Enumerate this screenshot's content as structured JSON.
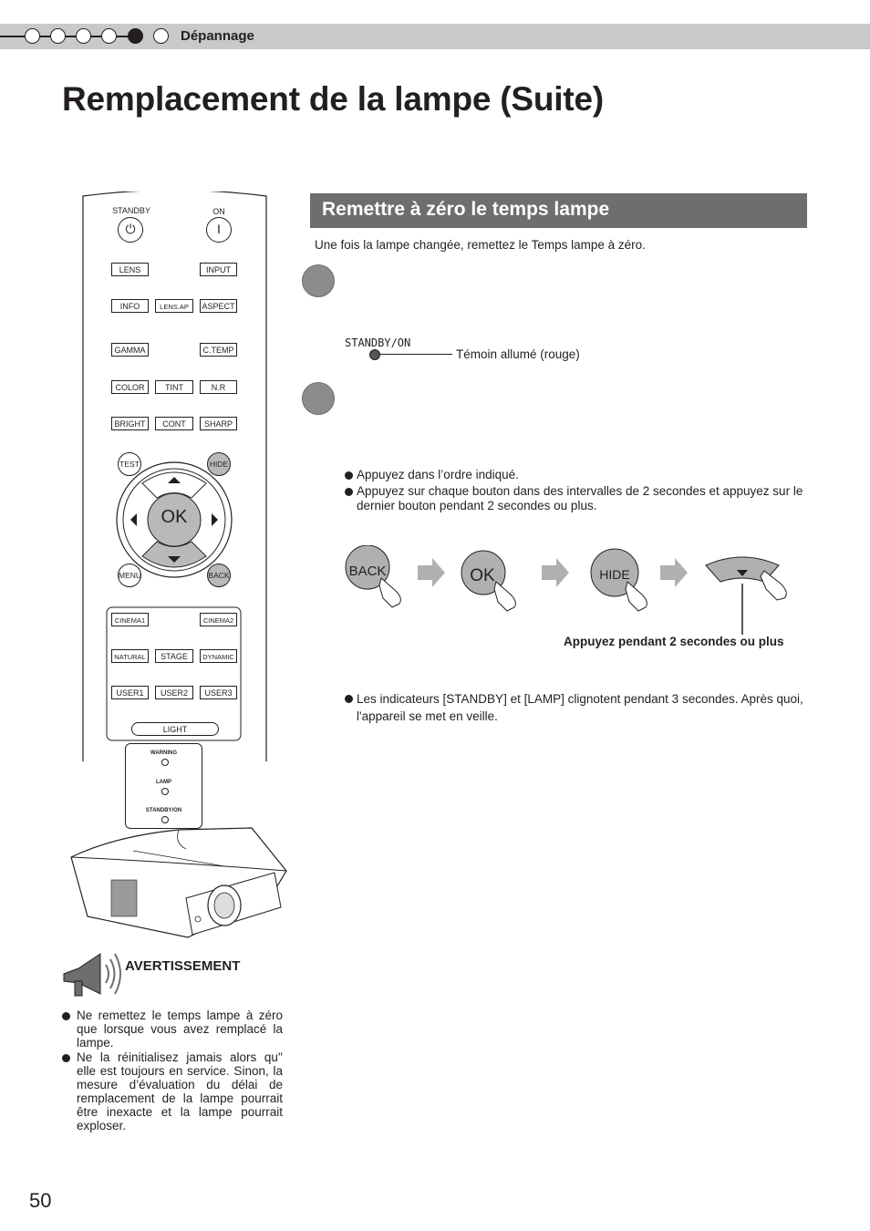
{
  "header": {
    "section": "Dépannage",
    "chapter_dots": 6,
    "active_dot": 5
  },
  "title": "Remplacement de la lampe (Suite)",
  "remote": {
    "standby": "STANDBY",
    "on": "ON",
    "standby_symbol": "⏻",
    "on_symbol": "I",
    "row1": [
      "LENS",
      "INPUT"
    ],
    "row2": [
      "INFO",
      "LENS.AP",
      "ASPECT"
    ],
    "row3": [
      "GAMMA",
      "C.TEMP"
    ],
    "row4": [
      "COLOR",
      "TINT",
      "N.R"
    ],
    "row5": [
      "BRIGHT",
      "CONT",
      "SHARP"
    ],
    "test": "TEST",
    "hide": "HIDE",
    "ok": "OK",
    "menu": "MENU",
    "back": "BACK",
    "modes1": [
      "CINEMA1",
      "CINEMA2"
    ],
    "modes2": [
      "NATURAL",
      "STAGE",
      "DYNAMIC"
    ],
    "modes3": [
      "USER1",
      "USER2",
      "USER3"
    ],
    "light": "LIGHT"
  },
  "status_panel": {
    "warning": "WARNING",
    "lamp": "LAMP",
    "standby_on": "STANDBY/ON"
  },
  "warning": {
    "title": "AVERTISSEMENT",
    "items": [
      "Ne remettez le temps lampe à zéro que lorsque vous avez remplacé la lampe.",
      "Ne la réinitialisez jamais alors qu'' elle est toujours en service. Sinon, la mesure d’évaluation du délai de remplacement de la lampe pourrait être inexacte et la lampe pourrait exploser."
    ]
  },
  "section": {
    "title": "Remettre à zéro le temps lampe",
    "intro": "Une fois la lampe changée, remettez le Temps lampe à zéro.",
    "standby_label": "STANDBY/ON",
    "indicator_text": "Témoin allumé (rouge)",
    "step2_bullets": [
      "Appuyez dans l’ordre indiqué.",
      "Appuyez sur chaque bouton dans des intervalles de 2 secondes et appuyez sur le dernier bouton pendant 2 secondes ou plus."
    ],
    "sequence": [
      "BACK",
      "OK",
      "HIDE"
    ],
    "press_note": "Appuyez pendant 2 secondes ou plus",
    "result_bullet": "Les indicateurs [STANDBY] et [LAMP] clignotent pendant 3 secondes. Après quoi, l'appareil se met en veille."
  },
  "page_number": "50"
}
